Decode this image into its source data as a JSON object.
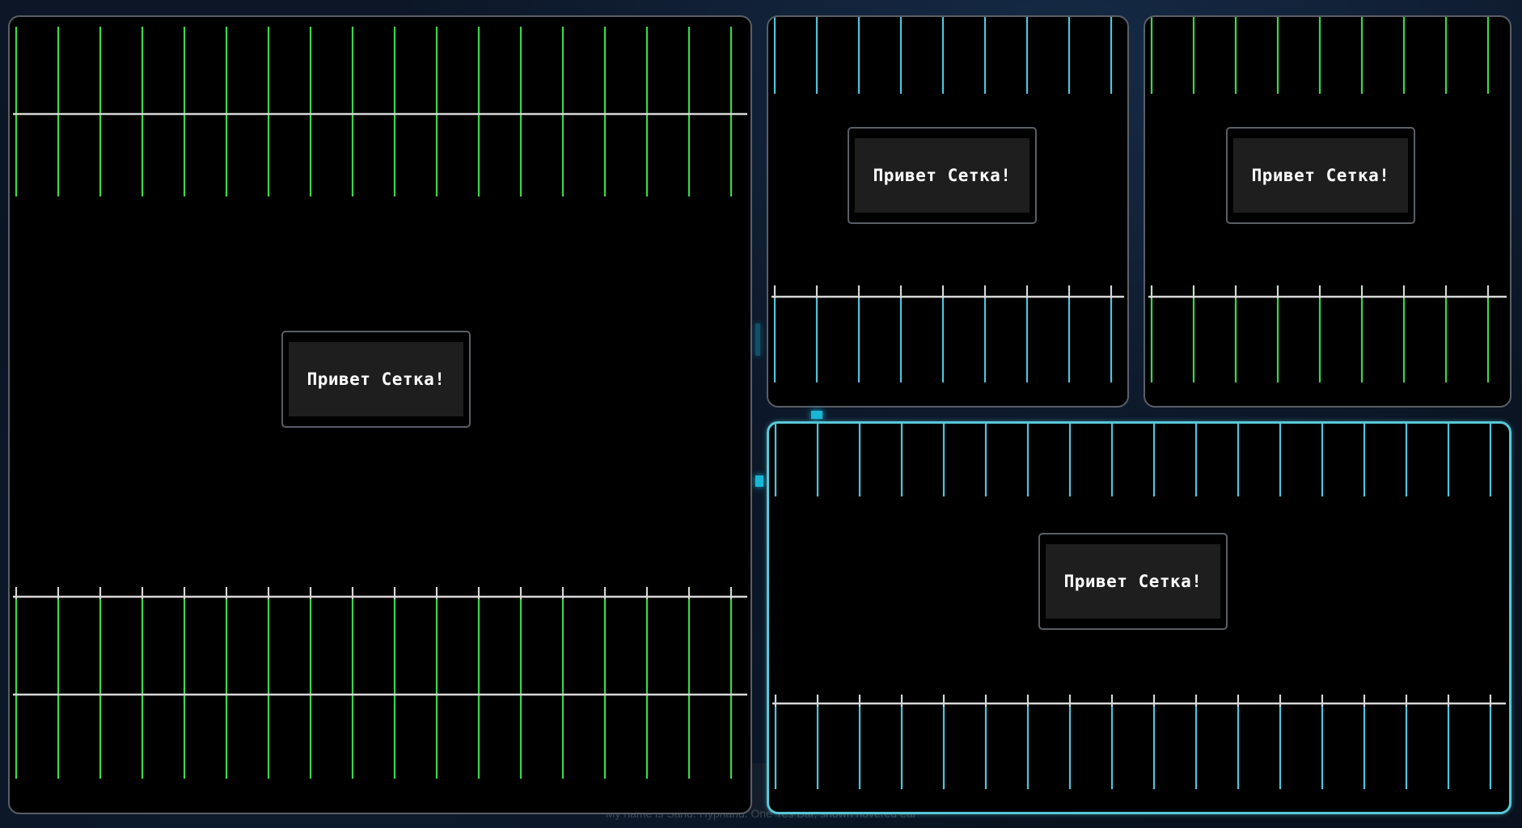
{
  "theme": {
    "green": "#39d84a",
    "cyan": "#4ec4dc",
    "axis": "#d8d8d8",
    "active_border": "#59c7d6",
    "inactive_border": "#5a5f66"
  },
  "windows": [
    {
      "id": "win-left",
      "button_label": "Привет Сетка!",
      "color": "green",
      "active": false
    },
    {
      "id": "win-tr1",
      "button_label": "Привет Сетка!",
      "color": "cyan",
      "active": false
    },
    {
      "id": "win-tr2",
      "button_label": "Привет Сетка!",
      "color": "green",
      "active": false
    },
    {
      "id": "win-br",
      "button_label": "Привет Сетка!",
      "color": "cyan",
      "active": true
    }
  ],
  "status": {
    "text": "My name is Sand. Hyprland. One Yes Bar, shown hovered ear"
  }
}
